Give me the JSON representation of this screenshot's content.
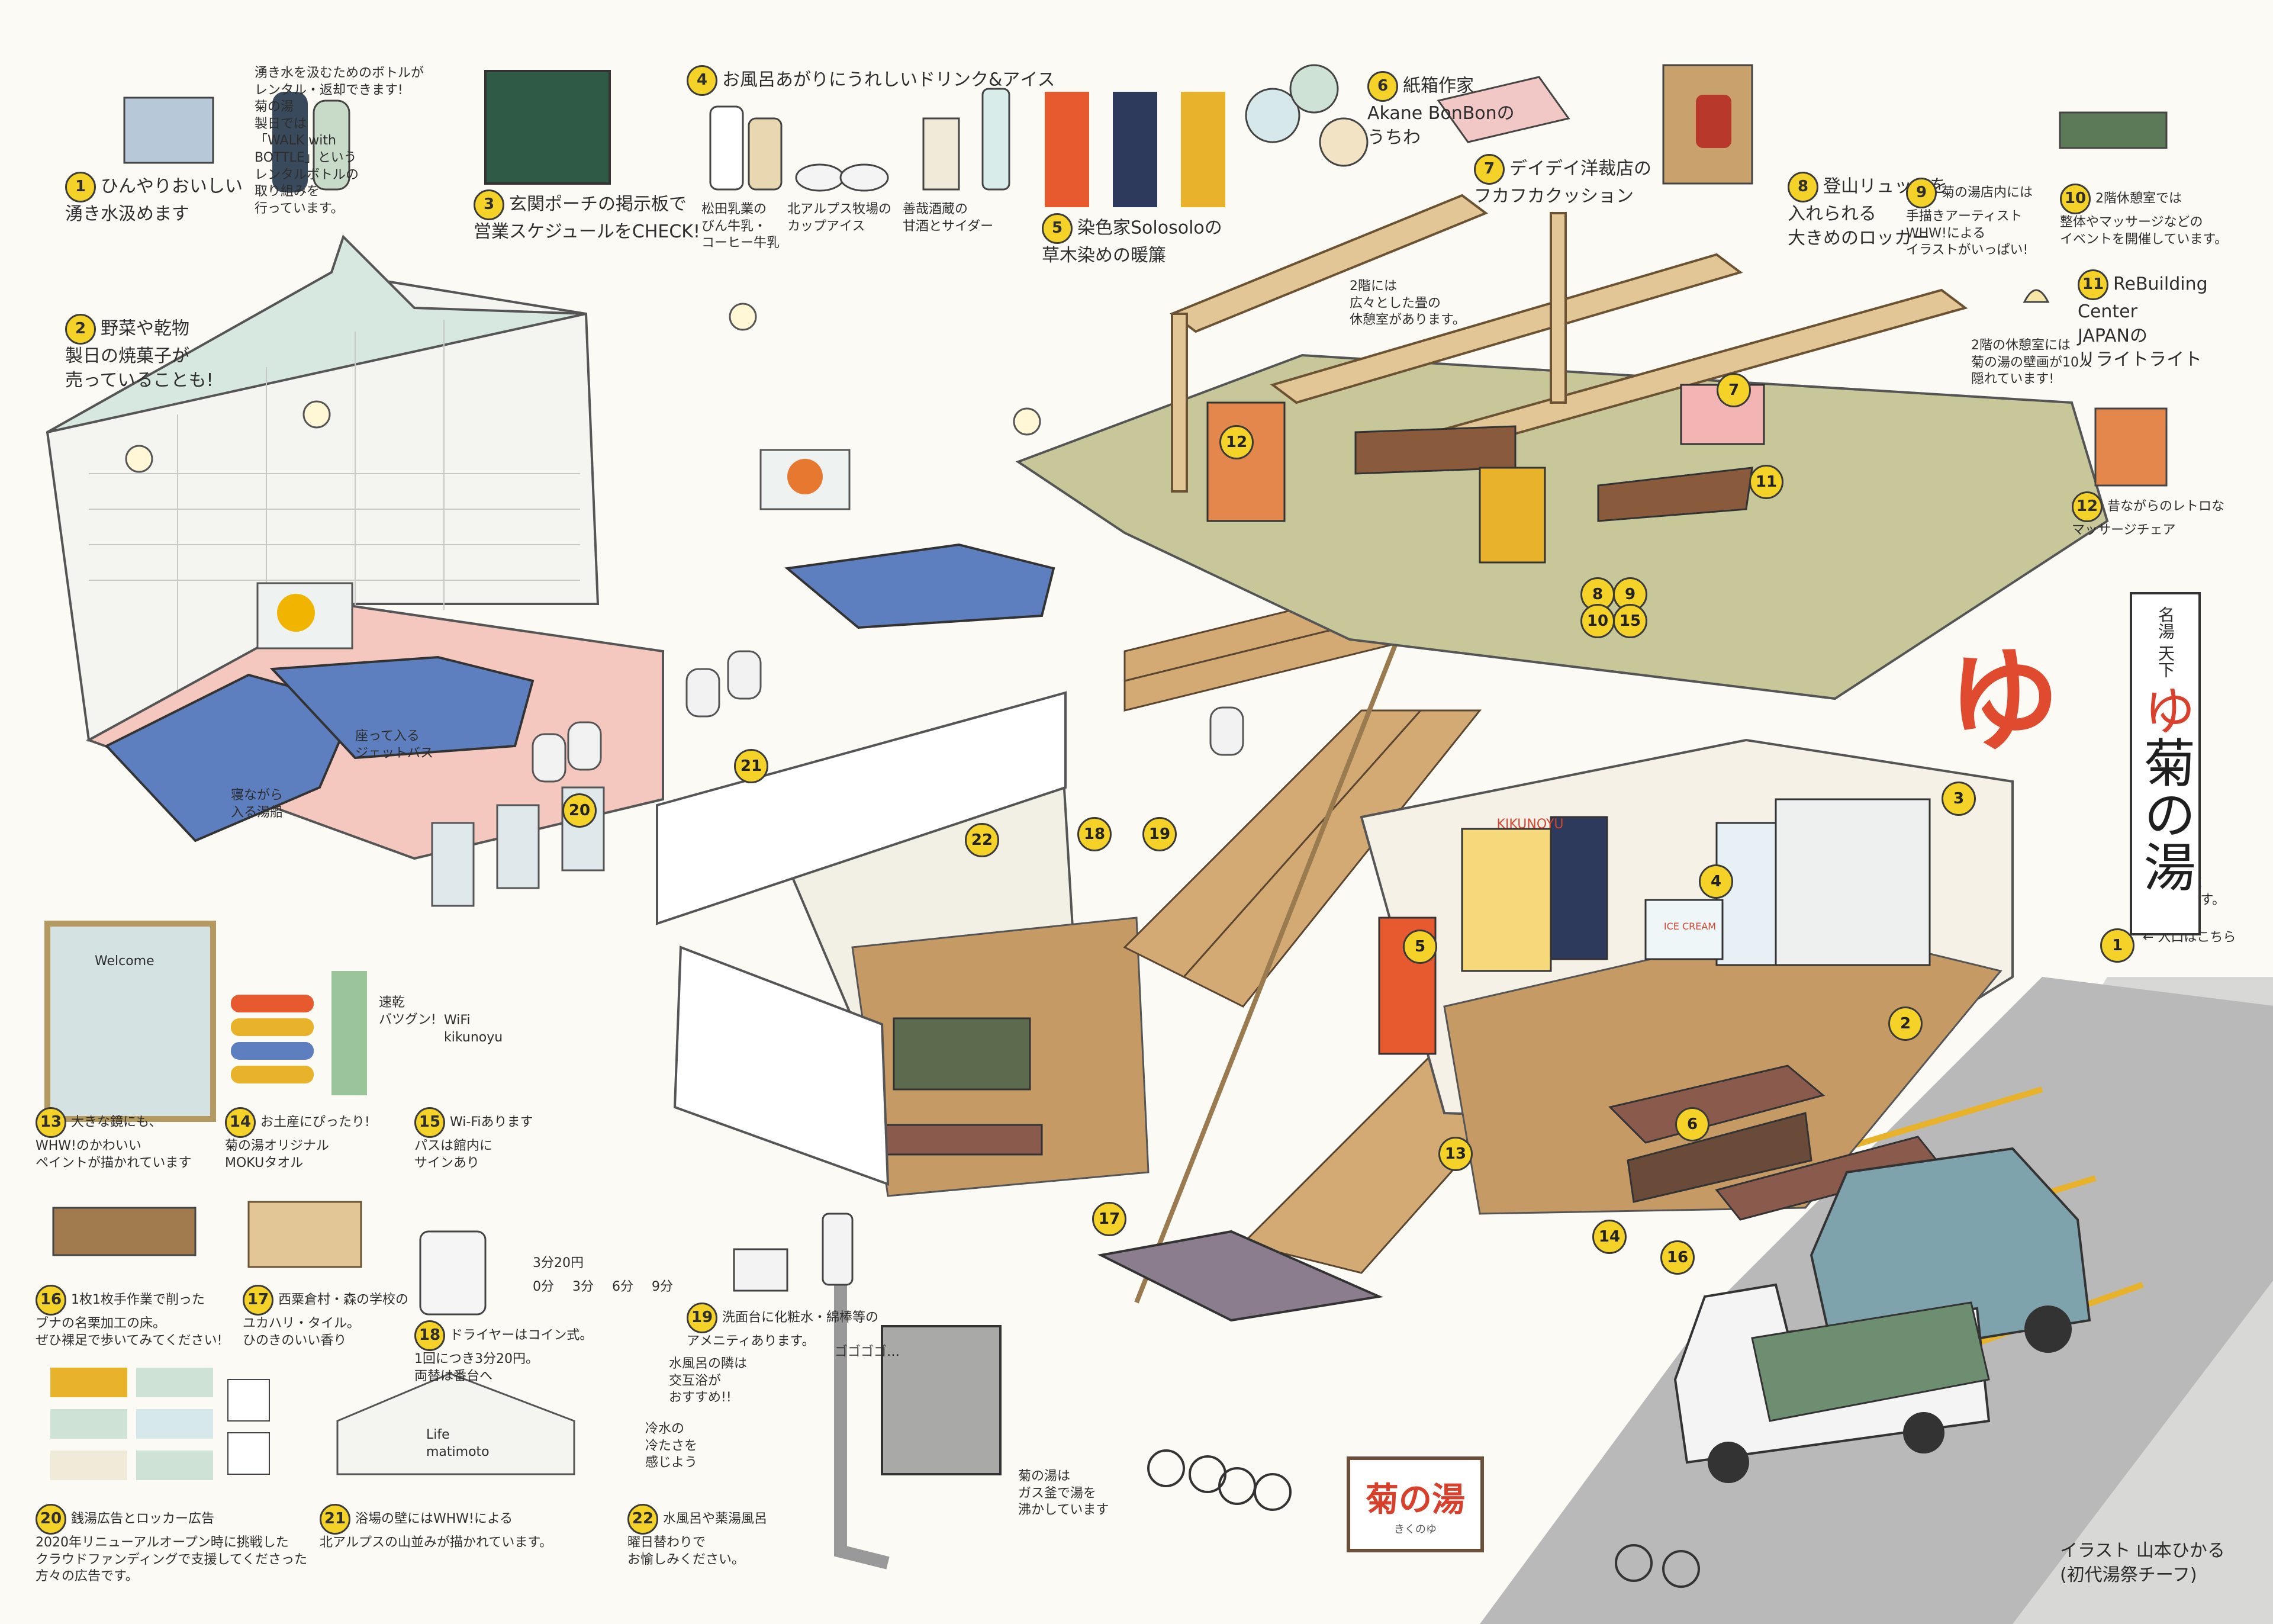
{
  "notes": [
    {
      "id": "n1",
      "num": "1",
      "text": "ひんやりおいしい\n湧き水汲めます"
    },
    {
      "id": "bottle",
      "num": "",
      "text": "湧き水を汲むためのボトルが\nレンタル・返却できます!\n菊の湯\n製日では\n「WALK with\nBOTTLE」という\nレンタルボトルの\n取り組みを\n行っています。"
    },
    {
      "id": "n2",
      "num": "2",
      "text": "野菜や乾物\n製日の焼菓子が\n売っていることも!"
    },
    {
      "id": "n3",
      "num": "3",
      "text": "玄関ポーチの掲示板で\n営業スケジュールをCHECK!"
    },
    {
      "id": "n4",
      "num": "4",
      "text": "お風呂あがりにうれしいドリンク&アイス"
    },
    {
      "id": "n4a",
      "num": "",
      "text": "松田乳業の\nびん牛乳・\nコーヒー牛乳"
    },
    {
      "id": "n4b",
      "num": "",
      "text": "北アルプス牧場の\nカップアイス"
    },
    {
      "id": "n4c",
      "num": "",
      "text": "善哉酒蔵の\n甘酒とサイダー"
    },
    {
      "id": "n5",
      "num": "5",
      "text": "染色家Solosoloの\n草木染めの暖簾"
    },
    {
      "id": "n6",
      "num": "6",
      "text": "紙箱作家\nAkane BonBonの\nうちわ"
    },
    {
      "id": "n7",
      "num": "7",
      "text": "デイデイ洋裁店の\nフカフカクッション"
    },
    {
      "id": "n8",
      "num": "8",
      "text": "登山リュックを\n入れられる\n大きめのロッカー"
    },
    {
      "id": "n9",
      "num": "9",
      "text": "菊の湯店内には\n手描きアーティスト\nWHW!による\nイラストがいっぱい!"
    },
    {
      "id": "n10",
      "num": "10",
      "text": "2階休憩室では\n整体やマッサージなどの\nイベントを開催しています。"
    },
    {
      "id": "n11",
      "num": "11",
      "text": "ReBuilding\nCenter\nJAPANの\nリライトライト"
    },
    {
      "id": "n12",
      "num": "12",
      "text": "昔ながらのレトロな\nマッサージチェア"
    },
    {
      "id": "n13",
      "num": "13",
      "text": "大きな鏡にも、\nWHW!のかわいい\nペイントが描かれています"
    },
    {
      "id": "n14",
      "num": "14",
      "text": "お土産にぴったり!\n菊の湯オリジナル\nMOKUタオル"
    },
    {
      "id": "n15",
      "num": "15",
      "text": "Wi-Fiあります\nパスは館内に\nサインあり"
    },
    {
      "id": "n16",
      "num": "16",
      "text": "1枚1枚手作業で削った\nブナの名栗加工の床。\nぜひ裸足で歩いてみてください!"
    },
    {
      "id": "n17",
      "num": "17",
      "text": "西粟倉村・森の学校の\nユカハリ・タイル。\nひのきのいい香り"
    },
    {
      "id": "n18",
      "num": "18",
      "text": "ドライヤーはコイン式。\n1回につき3分20円。\n両替は番台へ"
    },
    {
      "id": "n19",
      "num": "19",
      "text": "洗面台に化粧水・綿棒等の\nアメニティあります。"
    },
    {
      "id": "n20",
      "num": "20",
      "text": "銭湯広告とロッカー広告\n2020年リニューアルオープン時に挑戦した\nクラウドファンディングで支援してくださった\n方々の広告です。"
    },
    {
      "id": "n21",
      "num": "21",
      "text": "浴場の壁にはWHW!による\n北アルプスの山並みが描かれています。"
    },
    {
      "id": "n22",
      "num": "22",
      "text": "水風呂や薬湯風呂\n曜日替わりで\nお愉しみください。"
    },
    {
      "id": "gas",
      "num": "",
      "text": "菊の湯は\nガス釜で湯を\n沸かしています"
    }
  ],
  "scene_labels": {
    "upstairs_note": "2階には\n広々とした畳の\n休憩室があります。",
    "mural_note": "2階の休憩室には\n菊の湯の壁画が10人\n隠れています!",
    "jet_bath": "座って入る\nジェットバス",
    "lying_bath": "寝ながら\n入る湯船",
    "old_sign": "名湯\n天下\nゆ\n菊の湯",
    "sign_side_note": "隣の建物も\n菊の湯駐車\nスペースです。",
    "entrance_note": "← 入口はこちら",
    "water_note": "水風呂の隣は\n交互浴が\nおすすめ!!",
    "cold_note": "冷水の\n冷たさを\n感じよう",
    "sound": "ゴゴゴゴ…",
    "dryer_prices": "3分20円",
    "dryer_times": [
      "0分",
      "3分",
      "6分",
      "9分"
    ],
    "wifi": "WiFi\nkikunoyu",
    "speed": "速乾\nバツグン!",
    "welcome": "Welcome",
    "life_matimoto": "Life\nmatimoto"
  },
  "signs": {
    "logo": "ゆ",
    "vertical_small": "名湯 天下",
    "vertical_big": "菊の湯",
    "vertical_yu": "ゆ",
    "kikunoyu_banner": "KIKUNOYU",
    "ice_cream": "ICE CREAM",
    "bottom_sign_title": "菊の湯",
    "bottom_sign_sub": "きくのゆ"
  },
  "credit": "イラスト 山本ひかる\n(初代湯祭チーフ)",
  "badges": [
    {
      "label": "1"
    },
    {
      "label": "2"
    },
    {
      "label": "3"
    },
    {
      "label": "4"
    },
    {
      "label": "5"
    },
    {
      "label": "6"
    },
    {
      "label": "7"
    },
    {
      "label": "8"
    },
    {
      "label": "9"
    },
    {
      "label": "10"
    },
    {
      "label": "11"
    },
    {
      "label": "12"
    },
    {
      "label": "13"
    },
    {
      "label": "14"
    },
    {
      "label": "15"
    },
    {
      "label": "16"
    },
    {
      "label": "17"
    },
    {
      "label": "18"
    },
    {
      "label": "19"
    },
    {
      "label": "20"
    },
    {
      "label": "21"
    },
    {
      "label": "22"
    },
    {
      "label": "7"
    },
    {
      "label": "8"
    },
    {
      "label": "9"
    },
    {
      "label": "10"
    },
    {
      "label": "11"
    },
    {
      "label": "12"
    }
  ],
  "colors": {
    "badge": "#f5d227",
    "bath_water": "#5d7fbf",
    "tile": "#f4c7bf",
    "floor": "#c69a65",
    "tatami": "#c8c79a",
    "noren_orange": "#e75a30",
    "noren_navy": "#2e3a5c",
    "noren_yellow": "#e8b32a",
    "car": "#7fa3ad",
    "truck_cover": "#6d8e70",
    "road": "#b3b4b3",
    "logo_red": "#e04a2f"
  }
}
